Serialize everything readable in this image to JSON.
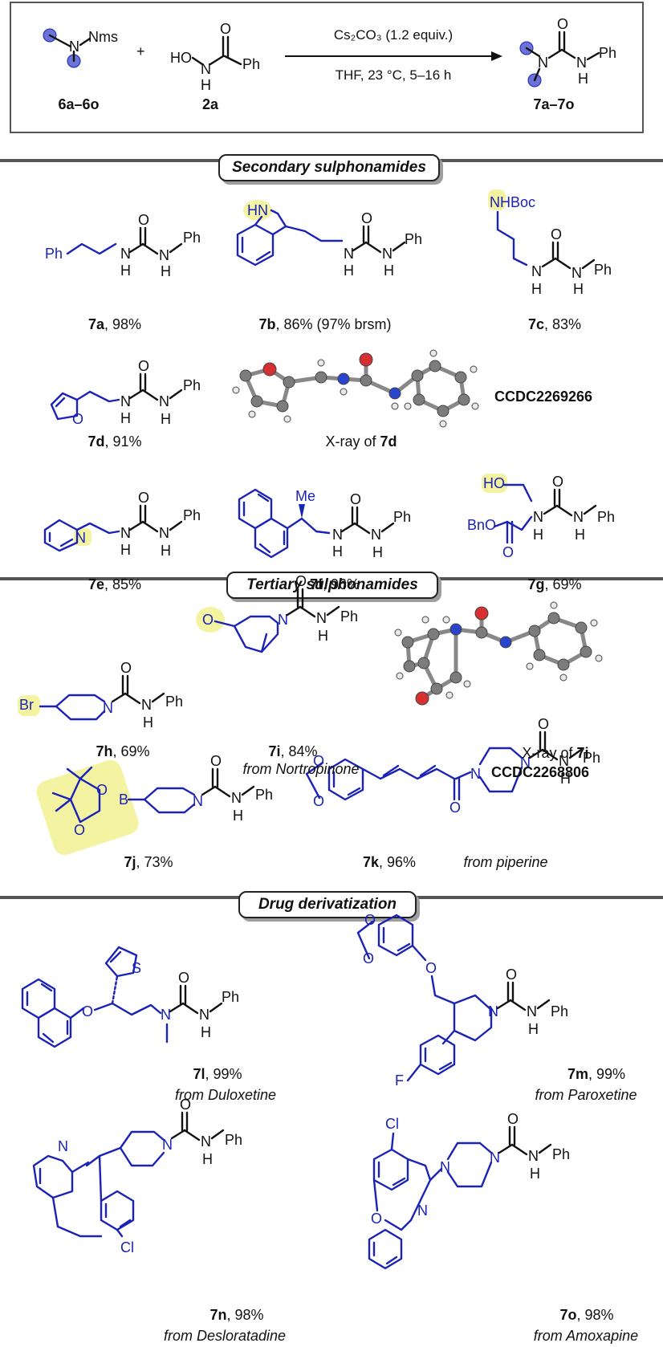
{
  "scheme": {
    "reactant1_sub": "Nms",
    "reactant1_label": "6a–6o",
    "plus": "+",
    "reactant2_label": "2a",
    "conditions_top": "Cs₂CO₃ (1.2 equiv.)",
    "conditions_bottom": "THF, 23 °C, 5–16 h",
    "product_label": "7a–7o"
  },
  "sections": {
    "secondary": "Secondary sulphonamides",
    "tertiary": "Tertiary sulphonamides",
    "drug": "Drug derivatization"
  },
  "compounds": [
    {
      "id": "7a",
      "yield": ", 98%"
    },
    {
      "id": "7b",
      "yield": ", 86% (97% brsm)"
    },
    {
      "id": "7c",
      "yield": ", 83%"
    },
    {
      "id": "7d",
      "yield": ", 91%"
    },
    {
      "id": "7e",
      "yield": ", 85%"
    },
    {
      "id": "7f",
      "yield": ", 96%"
    },
    {
      "id": "7g",
      "yield": ", 69%"
    },
    {
      "id": "7h",
      "yield": ", 69%"
    },
    {
      "id": "7i",
      "yield": ", 84%",
      "source": "from Nortropinone"
    },
    {
      "id": "7j",
      "yield": ", 73%"
    },
    {
      "id": "7k",
      "yield": ", 96%",
      "source": "from piperine"
    },
    {
      "id": "7l",
      "yield": ", 99%",
      "source": "from Duloxetine"
    },
    {
      "id": "7m",
      "yield": ", 99%",
      "source": "from Paroxetine"
    },
    {
      "id": "7n",
      "yield": ", 98%",
      "source": "from Desloratadine"
    },
    {
      "id": "7o",
      "yield": ", 98%",
      "source": "from Amoxapine"
    }
  ],
  "xray": {
    "xray_7d_prefix": "X-ray of ",
    "xray_7d_id": "7d",
    "ccdc_7d": "CCDC2269266",
    "xray_7i_prefix": "X-ray of ",
    "xray_7i_id": "7i",
    "ccdc_7i": "CCDC2268806"
  },
  "atoms": {
    "N": "N",
    "H": "H",
    "O": "O",
    "Ph": "Ph",
    "HO": "HO",
    "HN": "HN",
    "NHBoc": "NHBoc",
    "Me": "Me",
    "BnO": "BnO",
    "Br": "Br",
    "B": "B",
    "F": "F",
    "S": "S",
    "Cl": "Cl"
  },
  "colors": {
    "substrate_blue": "#1a23b5",
    "highlight_yellow": "#f4f3a2",
    "divider_gray": "#555555"
  }
}
